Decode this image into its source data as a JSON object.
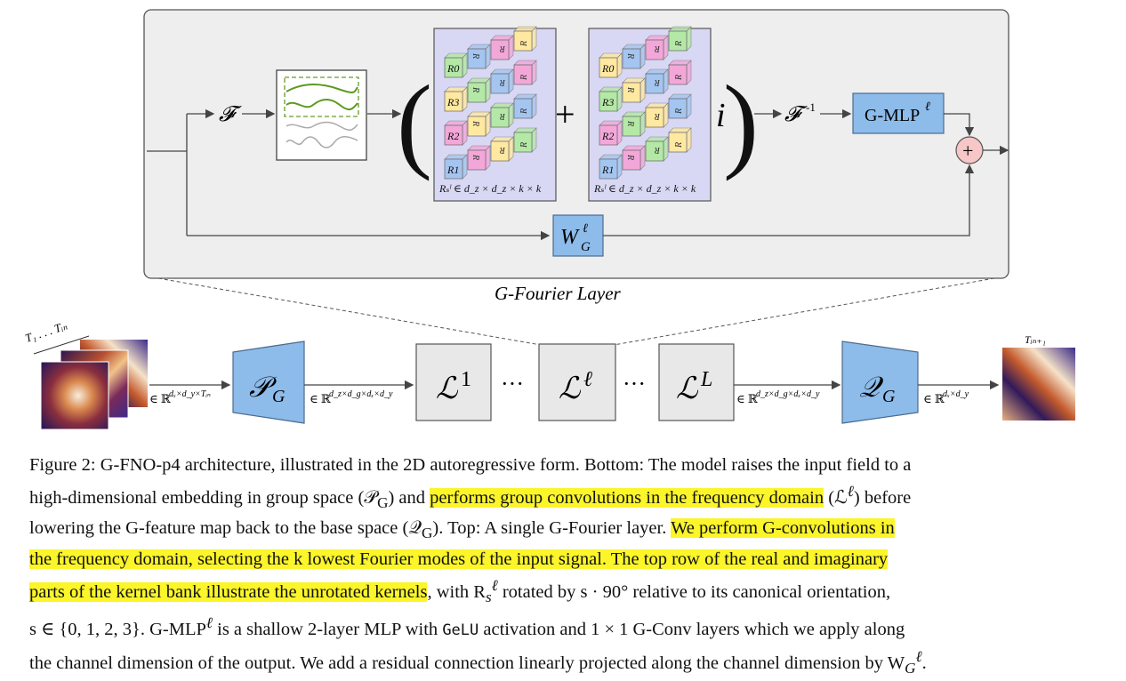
{
  "colors": {
    "panel_fill": "#eeeeee",
    "box_fill": "#e8e8e8",
    "blue": "#8dbbea",
    "kernel_bg": "#d8d8f4",
    "plus_circle": "#f7c6c6",
    "highlight": "#fbf52a"
  },
  "top": {
    "fourier_symbol": "𝓕",
    "inv_fourier_symbol": "𝓕",
    "inv_exp": "-1",
    "gmlp_label": "G-MLP",
    "gmlp_sup": "ℓ",
    "plus_sign": "+",
    "i_symbol": "i",
    "w_label": "W",
    "w_sup": "ℓ",
    "w_sub": "G",
    "kernel_caption_left": "R",
    "kernel_caption_expr": "∈ d",
    "kernel_caption_full": "Rₛˡ ∈ d_z × d_z × k × k",
    "layer_title": "G-Fourier Layer",
    "residual_plus": "+"
  },
  "kernels": {
    "left_rows": [
      {
        "r": "0",
        "colors": [
          "#b4e8a6",
          "#a4c5f0",
          "#f3a7d9",
          "#ffe8a0"
        ]
      },
      {
        "r": "3",
        "colors": [
          "#ffe8a0",
          "#b4e8a6",
          "#a4c5f0",
          "#f3a7d9"
        ]
      },
      {
        "r": "2",
        "colors": [
          "#f3a7d9",
          "#ffe8a0",
          "#b4e8a6",
          "#a4c5f0"
        ]
      },
      {
        "r": "1",
        "colors": [
          "#a4c5f0",
          "#f3a7d9",
          "#ffe8a0",
          "#b4e8a6"
        ]
      }
    ],
    "right_rows": [
      {
        "r": "0",
        "colors": [
          "#ffe8a0",
          "#a4c5f0",
          "#f3a7d9",
          "#b4e8a6"
        ]
      },
      {
        "r": "3",
        "colors": [
          "#b4e8a6",
          "#ffe8a0",
          "#a4c5f0",
          "#f3a7d9"
        ]
      },
      {
        "r": "2",
        "colors": [
          "#f3a7d9",
          "#b4e8a6",
          "#ffe8a0",
          "#a4c5f0"
        ]
      },
      {
        "r": "1",
        "colors": [
          "#a4c5f0",
          "#f3a7d9",
          "#b4e8a6",
          "#ffe8a0"
        ]
      }
    ]
  },
  "bottom": {
    "t_input": "T₁ . . . Tᵢₙ",
    "t_output": "Tᵢₙ₊₁",
    "set1": "∈ ℝ",
    "set1_exp": "dₓ×d_y×Tᵢₙ",
    "p_label": "𝒫",
    "p_sub": "G",
    "set2": "∈ ℝ",
    "set2_exp": "d_z×d_g×dₓ×d_y",
    "l1": "ℒ",
    "l1_sup": "1",
    "dots": "···",
    "ll": "ℒ",
    "ll_sup": "ℓ",
    "lL": "ℒ",
    "lL_sup": "L",
    "set3": "∈ ℝ",
    "set3_exp": "d_z×d_g×dₓ×d_y",
    "q_label": "𝒬",
    "q_sub": "G",
    "set4": "∈ ℝ",
    "set4_exp": "dₓ×d_y"
  },
  "caption": {
    "line1": "Figure 2: G-FNO-p4 architecture, illustrated in the 2D autoregressive form. Bottom: The model raises the input field to a",
    "line2a": "high-dimensional embedding in group space (𝒫",
    "line2b": ") and ",
    "line2_hl": "performs group convolutions in the frequency domain",
    "line2c": " (ℒ",
    "line2d": ") before",
    "line3a": "lowering the G-feature map back to the base space (𝒬",
    "line3b": "). Top: A single G-Fourier layer. ",
    "line3_hl": "We perform G-convolutions in",
    "line4_hl": "the frequency domain, selecting the k lowest Fourier modes of the input signal. The top row of the real and imaginary",
    "line5_hl": "parts of the kernel bank illustrate the unrotated kernels",
    "line5b": ", with R",
    "line5c": " rotated by s · 90° relative to its canonical orientation,",
    "line6a": "s ∈ {0, 1, 2, 3}. G-MLP",
    "line6b": " is a shallow 2-layer MLP with ",
    "line6_mono": "GeLU",
    "line6c": " activation and 1 × 1 G-Conv layers which we apply along",
    "line7a": "the channel dimension of the output. We add a residual connection linearly projected along the channel dimension by W",
    "line7b": "."
  }
}
